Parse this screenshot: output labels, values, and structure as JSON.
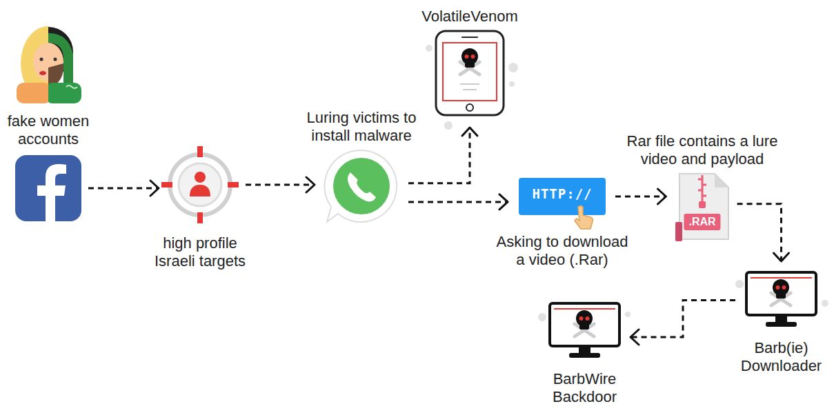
{
  "diagram": {
    "nodes": [
      {
        "text": [
          "fake women accounts"
        ]
      },
      {
        "text": [
          "high profile Israeli targets"
        ]
      },
      {
        "text": [
          "Luring victims to install malware"
        ]
      },
      {
        "text": [
          "VolatileVenom"
        ]
      },
      {
        "text": [
          "HTTP://",
          "Asking to download a video (.Rar)"
        ]
      },
      {
        "text": [
          ".RAR",
          "Rar file contains a lure video and payload"
        ]
      },
      {
        "text": [
          "Barb(ie) Downloader"
        ]
      },
      {
        "text": [
          "BarbWire Backdoor"
        ]
      }
    ],
    "edges": [
      {
        "from": 0,
        "to": 1,
        "arrow": "to"
      },
      {
        "from": 1,
        "to": 2,
        "arrow": "to"
      },
      {
        "from": 2,
        "to": 3,
        "arrow": "to"
      },
      {
        "from": 2,
        "to": 4,
        "arrow": "to"
      },
      {
        "from": 4,
        "to": 5,
        "arrow": "to"
      },
      {
        "from": 5,
        "to": 6,
        "arrow": "to"
      },
      {
        "from": 6,
        "to": 7,
        "arrow": "to"
      }
    ]
  }
}
